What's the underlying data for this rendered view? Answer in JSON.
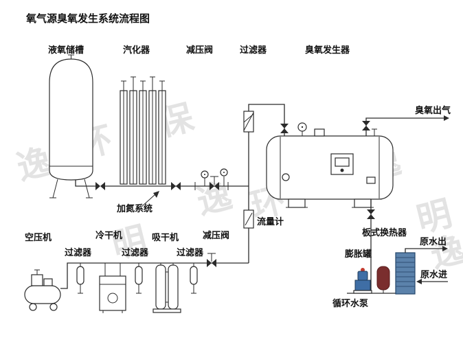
{
  "title": "氧气源臭氧发生系统流程图",
  "labels": {
    "liquid_oxygen_tank": "液氧储槽",
    "vaporizer": "汽化器",
    "pressure_valve_top": "减压阀",
    "filter_top": "过滤器",
    "ozone_generator": "臭氧发生器",
    "ozone_outlet": "臭氧出气",
    "nitrogen_system": "加氮系统",
    "flow_meter": "流量计",
    "air_compressor": "空压机",
    "filter_1": "过滤器",
    "refrigerated_dryer": "冷干机",
    "filter_2": "过滤器",
    "adsorption_dryer": "吸干机",
    "filter_3": "过滤器",
    "pressure_valve_bottom": "减压阀",
    "plate_heat_exchanger": "板式换热器",
    "raw_water_out": "原水出",
    "expansion_tank": "膨胀罐",
    "raw_water_in": "原水进",
    "circulating_pump": "循环水泵"
  },
  "watermark": {
    "chars": [
      "逸",
      "环",
      "保",
      "逸",
      "环",
      "明",
      "环",
      "逸",
      "明",
      "逸"
    ]
  },
  "colors": {
    "line": "#2b2b2b",
    "heat_exchanger": "#5b82ab",
    "expansion_tank": "#7a2e2e",
    "pump": "#3f6ea5",
    "pump_accent": "#c23b2f",
    "watermark": "#c9c9c9"
  }
}
